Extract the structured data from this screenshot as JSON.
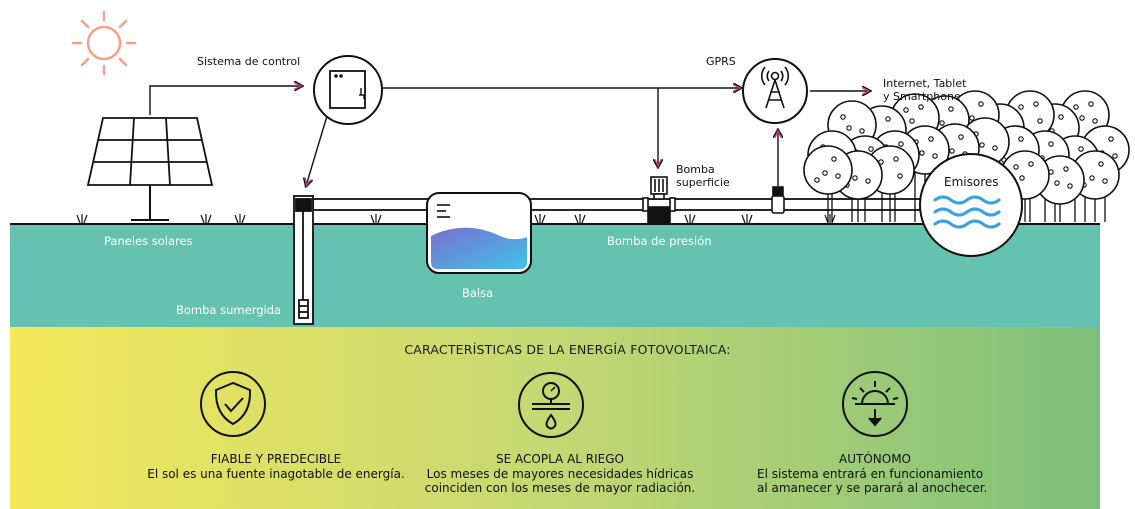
{
  "diagram": {
    "labels": {
      "control_system": "Sistema de control",
      "gprs": "GPRS",
      "internet_line1": "Internet, Tablet",
      "internet_line2": "y Smartphone",
      "surface_pump_line1": "Bomba",
      "surface_pump_line2": "superficie",
      "emitters": "Emisores",
      "solar_panels": "Paneles solares",
      "pressure_pump": "Bomba de presión",
      "pond": "Balsa",
      "submersible_pump": "Bomba sumergida"
    },
    "icons": [
      "sun-icon",
      "solar-panel-icon",
      "control-box-icon",
      "antenna-icon",
      "tree-icon",
      "water-waves-icon",
      "shield-check-icon",
      "pressure-gauge-icon",
      "sunrise-icon"
    ]
  },
  "features": {
    "title": "CARACTERÍSTICAS DE LA ENERGÍA FOTOVOLTAICA:",
    "items": [
      {
        "title": "FIABLE Y PREDECIBLE",
        "lines": [
          "El sol es una fuente inagotable de energía."
        ]
      },
      {
        "title": "SE ACOPLA AL RIEGO",
        "lines": [
          "Los meses de mayores necesidades hídricas",
          "coinciden con los meses de mayor radiación."
        ]
      },
      {
        "title": "AUTÓNOMO",
        "lines": [
          "El sistema entrará en funcionamiento",
          "al amanecer y se parará al anochecer."
        ]
      }
    ]
  },
  "colors": {
    "ground": "#66c2b0",
    "gradient_left": "#f4e85a",
    "gradient_right": "#7ec07a",
    "accent_pink": "#e83e8c",
    "sun": "#f5a08a",
    "water_top": "#7a6fd0",
    "water_bottom": "#3fc3e8",
    "waves": "#3aa3e0"
  }
}
